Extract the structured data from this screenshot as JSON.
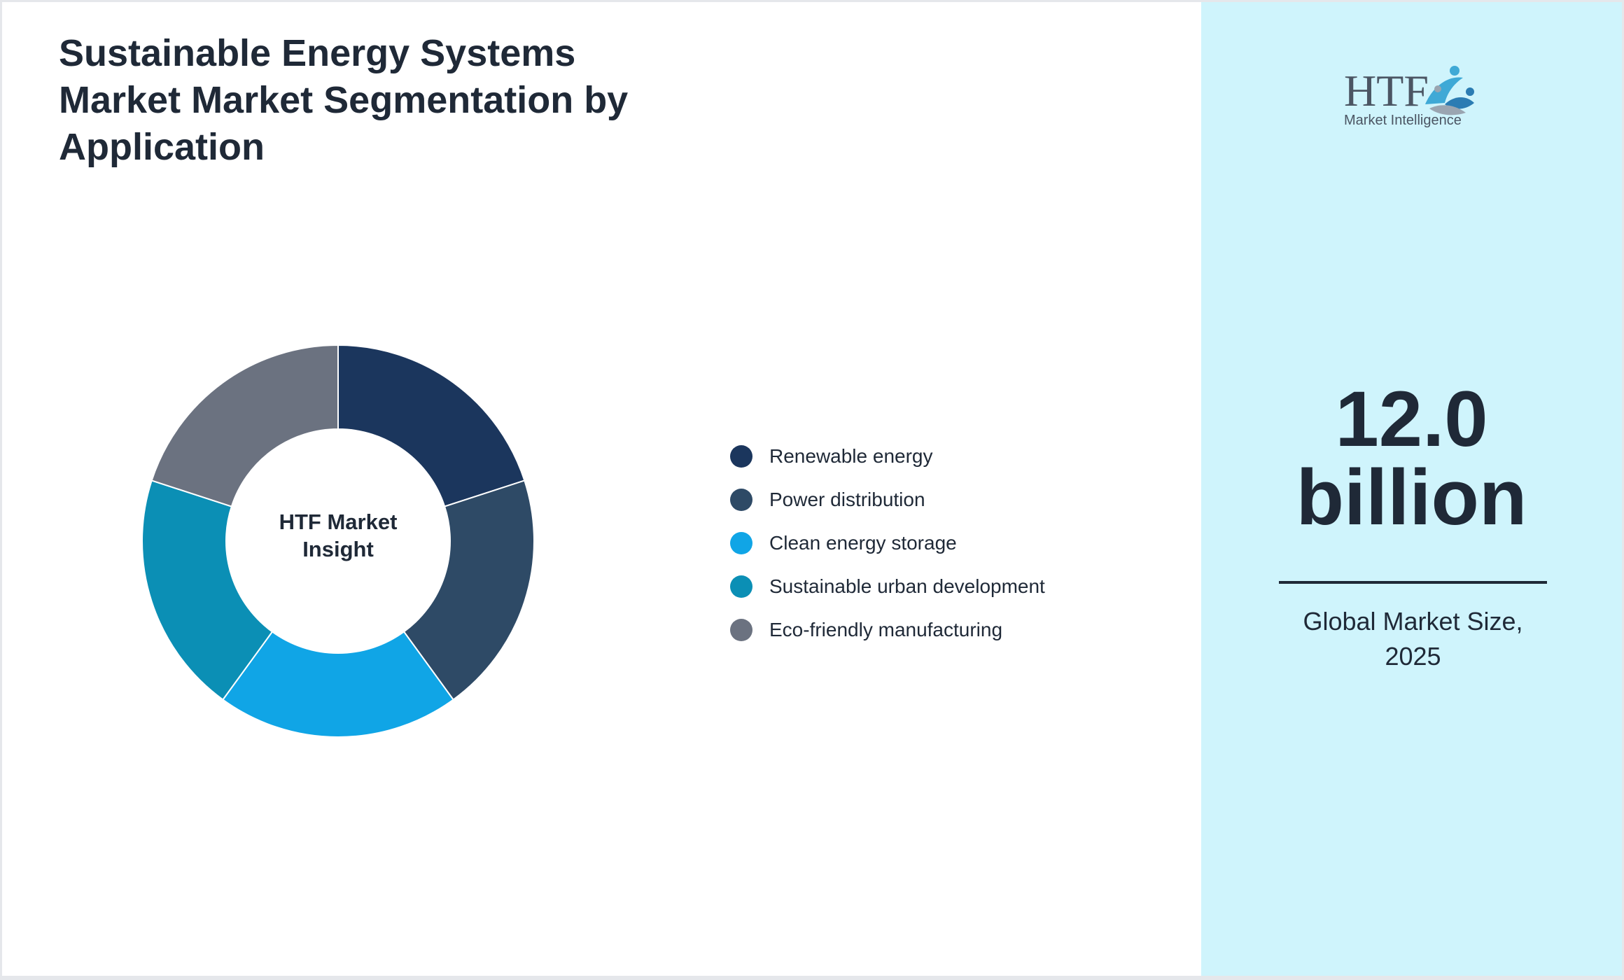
{
  "title": "Sustainable Energy Systems Market Market Segmentation by Application",
  "center_label": {
    "line1": "HTF Market",
    "line2": "Insight"
  },
  "chart_data": {
    "type": "pie",
    "variant": "donut",
    "categories": [
      "Renewable energy",
      "Power distribution",
      "Clean energy storage",
      "Sustainable urban development",
      "Eco-friendly manufacturing"
    ],
    "values": [
      20,
      20,
      20,
      20,
      20
    ],
    "colors": [
      "#1b365d",
      "#2e4a66",
      "#10a5e6",
      "#0b8fb5",
      "#6b7280"
    ],
    "legend_position": "right"
  },
  "logo": {
    "wordmark": "HTF",
    "tagline": "Market Intelligence"
  },
  "market_size": {
    "value": "12.0",
    "unit": "billion",
    "caption_line1": "Global Market Size,",
    "caption_line2": "2025"
  },
  "colors": {
    "text": "#1f2937",
    "side_panel": "#cff4fc",
    "border": "#e5e7eb"
  }
}
